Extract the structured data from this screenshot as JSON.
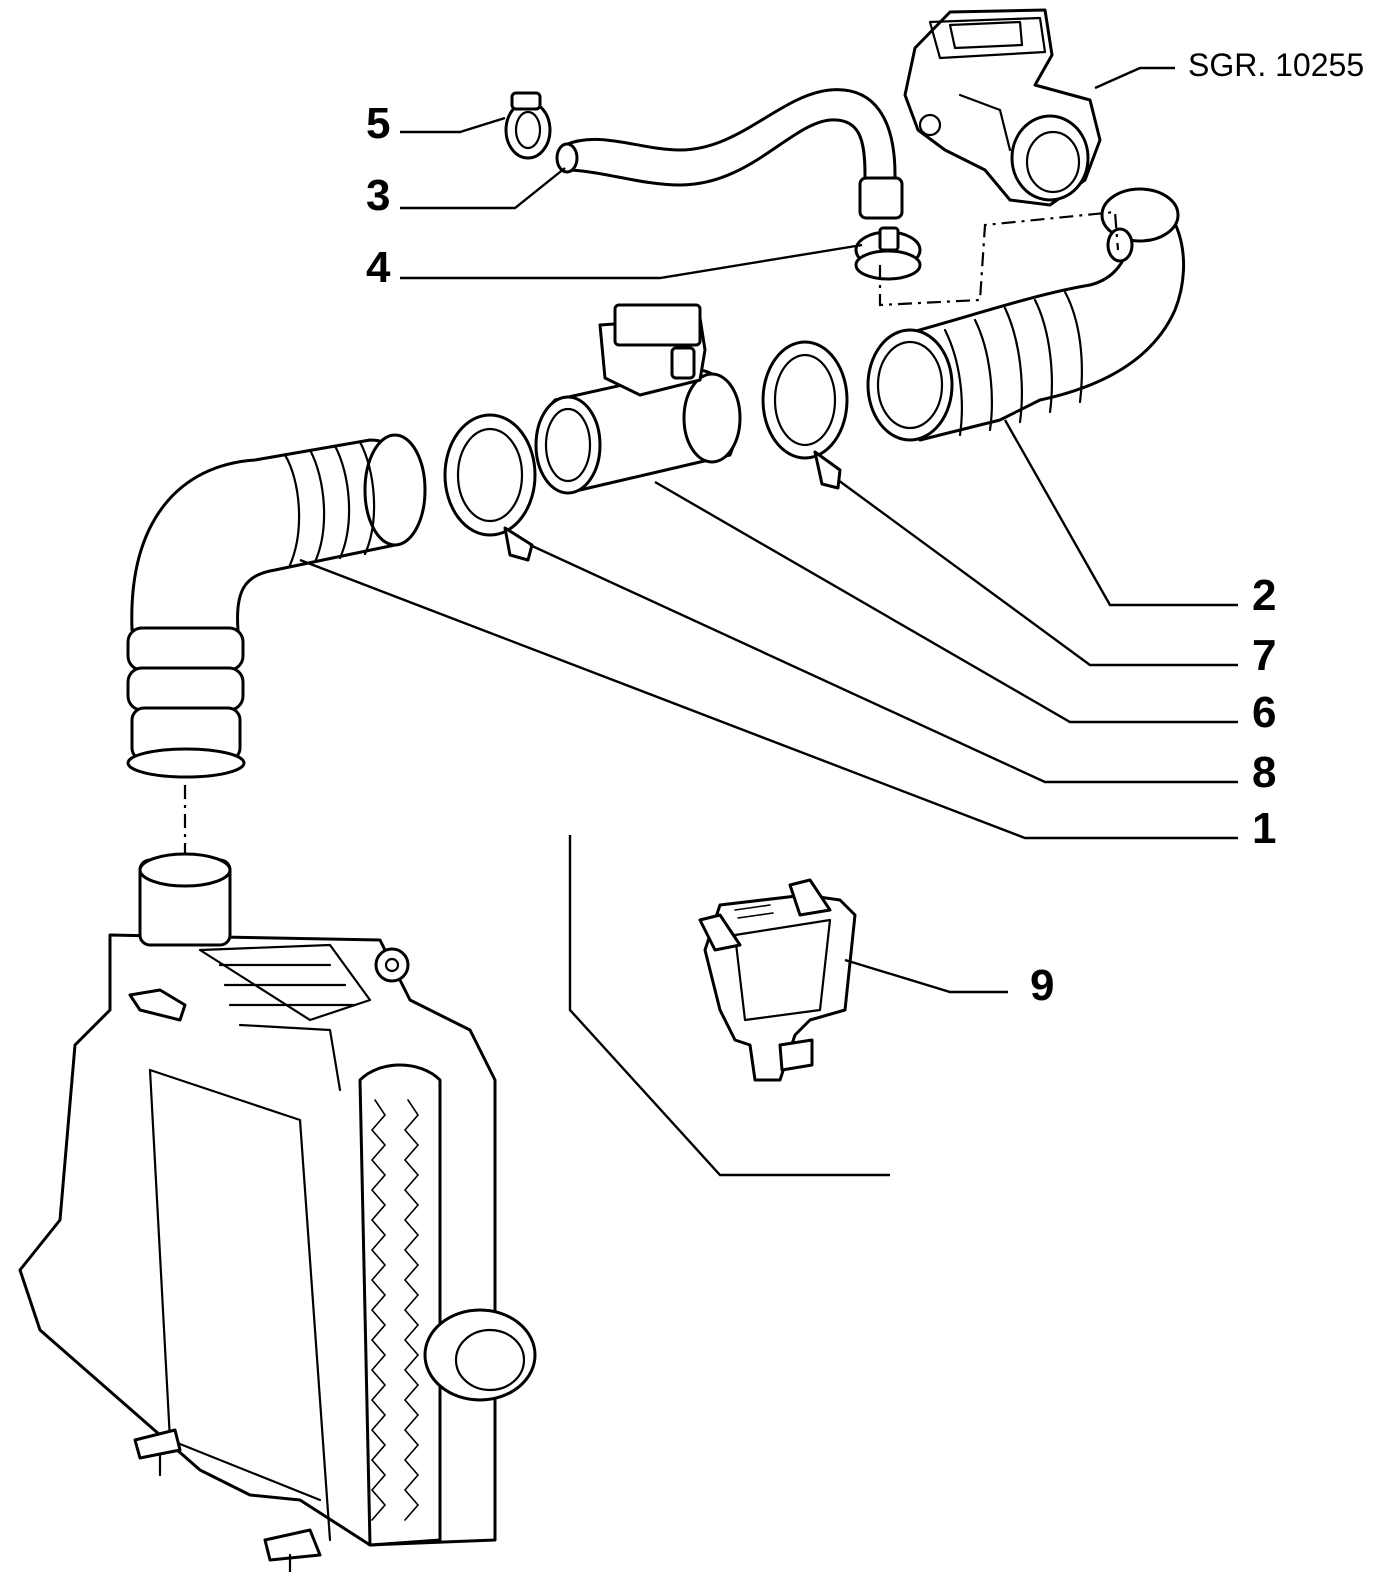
{
  "diagram": {
    "reference_code": "SGR. 10255",
    "callouts": [
      {
        "id": "5",
        "text": "5"
      },
      {
        "id": "3",
        "text": "3"
      },
      {
        "id": "4",
        "text": "4"
      },
      {
        "id": "2",
        "text": "2"
      },
      {
        "id": "7",
        "text": "7"
      },
      {
        "id": "6",
        "text": "6"
      },
      {
        "id": "8",
        "text": "8"
      },
      {
        "id": "1",
        "text": "1"
      },
      {
        "id": "9",
        "text": "9"
      }
    ]
  }
}
